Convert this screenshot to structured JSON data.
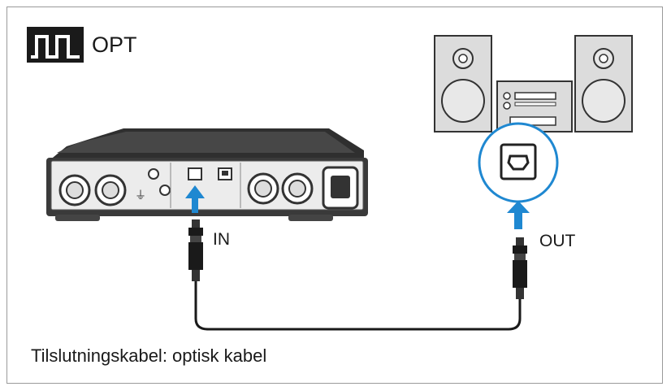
{
  "header": {
    "title": "OPT",
    "signal_icon": "optical-signal-icon"
  },
  "labels": {
    "in": "IN",
    "out": "OUT"
  },
  "caption": "Tilslutningskabel: optisk kabel",
  "colors": {
    "arrow": "#1f88d1",
    "highlight_circle": "#1f88d1",
    "device_dark": "#3c3c3c",
    "panel_light": "#eeeeee"
  },
  "icons": [
    "optical-signal-icon",
    "amplifier-device-icon",
    "stereo-system-icon",
    "optical-port-icon",
    "arrow-up-icon",
    "optical-plug-icon",
    "cable-icon"
  ]
}
